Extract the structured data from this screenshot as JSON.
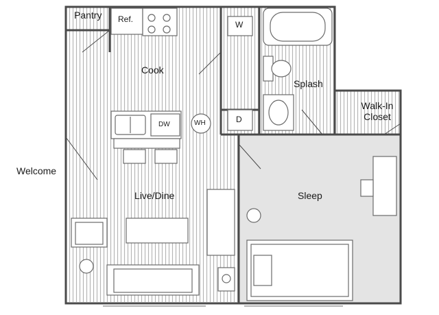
{
  "rooms": {
    "pantry": "Pantry",
    "cook": "Cook",
    "splash": "Splash",
    "walk_in_closet": "Walk-In\nCloset",
    "welcome": "Welcome",
    "live_dine": "Live/Dine",
    "sleep": "Sleep"
  },
  "fixtures": {
    "refrigerator": "Ref.",
    "washer": "W",
    "dryer": "D",
    "dishwasher": "DW",
    "water_heater": "WH"
  },
  "colors": {
    "wall": "#4a4a4a",
    "floor_stripe": "#b5b5b5",
    "carpet": "#e4e4e4",
    "fixture_line": "#6a6a6a"
  }
}
